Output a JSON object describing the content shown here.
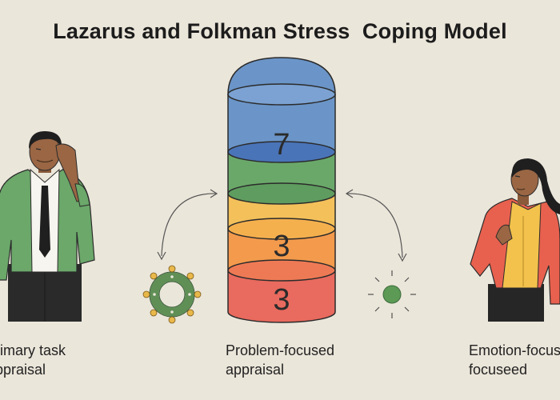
{
  "title": "Lazarus and Folkman Stress  Coping Model",
  "cylinder": {
    "numbers": [
      "7",
      "3",
      "3"
    ],
    "colors": {
      "blue": "#6b95c8",
      "green": "#6aa86a",
      "yellow": "#f3c05a",
      "orange": "#f39a4c",
      "red": "#e96a5e"
    }
  },
  "captions": {
    "left_line1": "rimary task",
    "left_line2": "ppraisal",
    "middle_line1": "Problem-focused",
    "middle_line2": "appraisal",
    "right_line1": "Emotion-focus",
    "right_line2": "focuseed"
  },
  "icons": {
    "left": "gear-ring-icon",
    "right": "sun-icon"
  }
}
